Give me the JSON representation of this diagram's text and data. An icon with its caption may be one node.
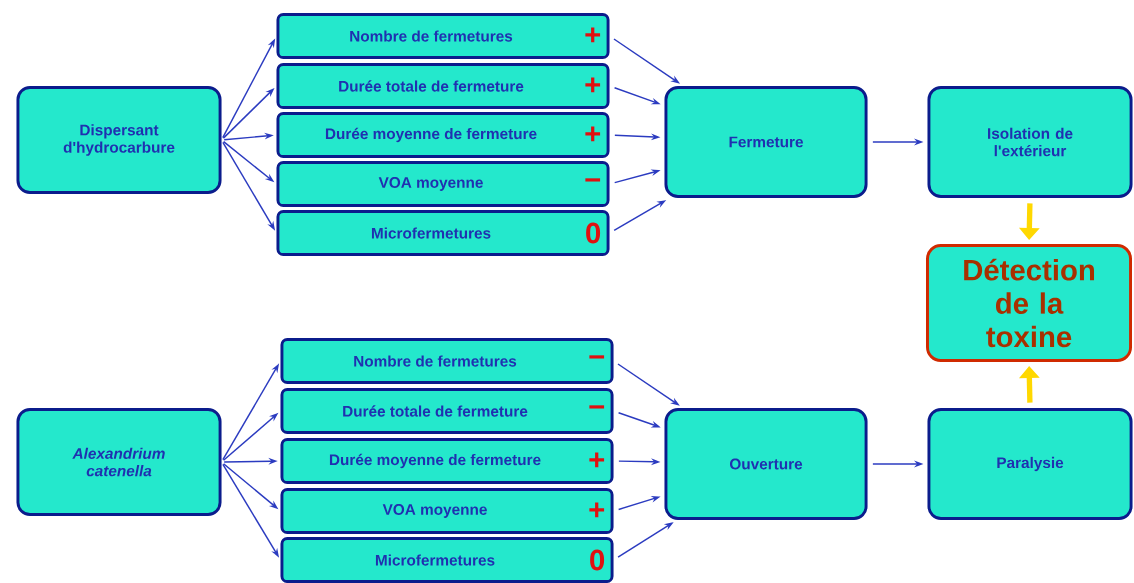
{
  "diagram": {
    "nodes": [
      {
        "text": [
          "Dispersant d'hydrocarbure"
        ]
      },
      {
        "text": [
          "Nombre de fermetures",
          "+"
        ]
      },
      {
        "text": [
          "Durée totale de fermeture",
          "+"
        ]
      },
      {
        "text": [
          "Durée moyenne de fermeture",
          "+"
        ]
      },
      {
        "text": [
          "VOA moyenne",
          "−"
        ]
      },
      {
        "text": [
          "Microfermetures",
          "0"
        ]
      },
      {
        "text": [
          "Fermeture"
        ]
      },
      {
        "text": [
          "Isolation de l'extérieur"
        ]
      },
      {
        "text": [
          "Détection de la toxine"
        ]
      },
      {
        "text": [
          "Alexandrium catenella"
        ]
      },
      {
        "text": [
          "Nombre de fermetures",
          "−"
        ]
      },
      {
        "text": [
          "Durée totale de fermeture",
          "−"
        ]
      },
      {
        "text": [
          "Durée moyenne de fermeture",
          "+"
        ]
      },
      {
        "text": [
          "VOA moyenne",
          "+"
        ]
      },
      {
        "text": [
          "Microfermetures",
          "0"
        ]
      },
      {
        "text": [
          "Ouverture"
        ]
      },
      {
        "text": [
          "Paralysie"
        ]
      }
    ],
    "edges": [
      {
        "from": 0,
        "to": 1,
        "arrow": "to"
      },
      {
        "from": 0,
        "to": 2,
        "arrow": "to"
      },
      {
        "from": 0,
        "to": 3,
        "arrow": "to"
      },
      {
        "from": 0,
        "to": 4,
        "arrow": "to"
      },
      {
        "from": 0,
        "to": 5,
        "arrow": "to"
      },
      {
        "from": 1,
        "to": 6,
        "arrow": "to"
      },
      {
        "from": 2,
        "to": 6,
        "arrow": "to"
      },
      {
        "from": 3,
        "to": 6,
        "arrow": "to"
      },
      {
        "from": 4,
        "to": 6,
        "arrow": "to"
      },
      {
        "from": 5,
        "to": 6,
        "arrow": "to"
      },
      {
        "from": 6,
        "to": 7,
        "arrow": "to"
      },
      {
        "from": 7,
        "to": 8,
        "arrow": "to",
        "style": "thick",
        "color": "#ffd800"
      },
      {
        "from": 9,
        "to": 10,
        "arrow": "to"
      },
      {
        "from": 9,
        "to": 11,
        "arrow": "to"
      },
      {
        "from": 9,
        "to": 12,
        "arrow": "to"
      },
      {
        "from": 9,
        "to": 13,
        "arrow": "to"
      },
      {
        "from": 9,
        "to": 14,
        "arrow": "to"
      },
      {
        "from": 10,
        "to": 15,
        "arrow": "to"
      },
      {
        "from": 11,
        "to": 15,
        "arrow": "to"
      },
      {
        "from": 12,
        "to": 15,
        "arrow": "to"
      },
      {
        "from": 13,
        "to": 15,
        "arrow": "to"
      },
      {
        "from": 14,
        "to": 15,
        "arrow": "to"
      },
      {
        "from": 15,
        "to": 16,
        "arrow": "to"
      },
      {
        "from": 16,
        "to": 8,
        "arrow": "to",
        "style": "thick",
        "color": "#ffd800"
      }
    ]
  }
}
